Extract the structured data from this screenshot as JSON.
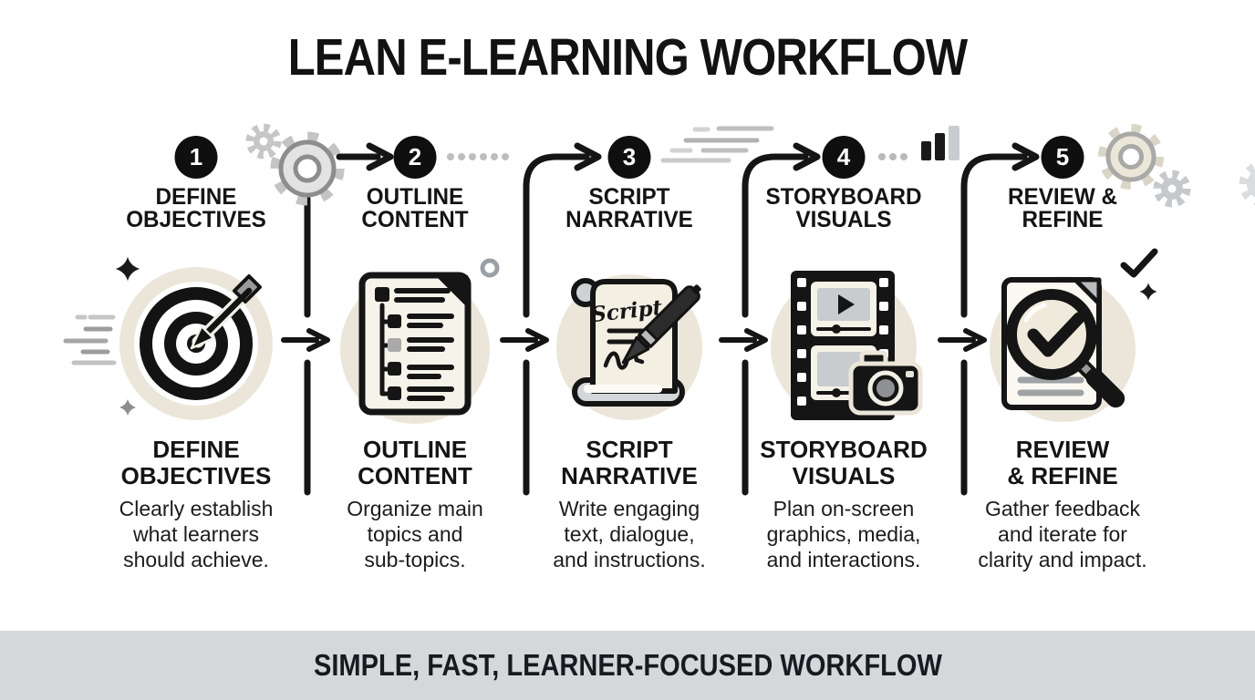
{
  "title": "LEAN E-LEARNING WORKFLOW",
  "steps": [
    {
      "number": "1",
      "top_label": "DEFINE\nOBJECTIVES",
      "bottom_label": "DEFINE\nOBJECTIVES",
      "description": "Clearly establish\nwhat learners\nshould achieve.",
      "icon": "target-arrow-icon"
    },
    {
      "number": "2",
      "top_label": "OUTLINE\nCONTENT",
      "bottom_label": "OUTLINE\nCONTENT",
      "description": "Organize main\ntopics and\nsub-topics.",
      "icon": "outline-document-icon"
    },
    {
      "number": "3",
      "top_label": "SCRIPT\nNARRATIVE",
      "bottom_label": "SCRIPT\nNARRATIVE",
      "description": "Write engaging\ntext, dialogue,\nand instructions.",
      "icon": "script-pen-icon",
      "icon_text": "Script"
    },
    {
      "number": "4",
      "top_label": "STORYBOARD\nVISUALS",
      "bottom_label": "STORYBOARD\nVISUALS",
      "description": "Plan on-screen\ngraphics, media,\nand interactions.",
      "icon": "filmstrip-camera-icon"
    },
    {
      "number": "5",
      "top_label": "REVIEW &\nREFINE",
      "bottom_label": "REVIEW\n& REFINE",
      "description": "Gather feedback\nand iterate for\nclarity and impact.",
      "icon": "magnifier-check-icon"
    }
  ],
  "footer": {
    "text": "SIMPLE, FAST, LEARNER-FOCUSED WORKFLOW"
  },
  "decorations": [
    "gear-icon",
    "small-gear-icon",
    "dotted-line",
    "speed-lines",
    "bar-chart-icon",
    "sparkle-icon",
    "checkmark-icon",
    "ring-icon"
  ],
  "colors": {
    "ink": "#141414",
    "beige_circle": "#ebe6d9",
    "cream_paper": "#f6f3ea",
    "light_gray": "#c9c9c9",
    "mid_gray": "#9e9e9e",
    "footer_bg": "#d5d8db"
  }
}
